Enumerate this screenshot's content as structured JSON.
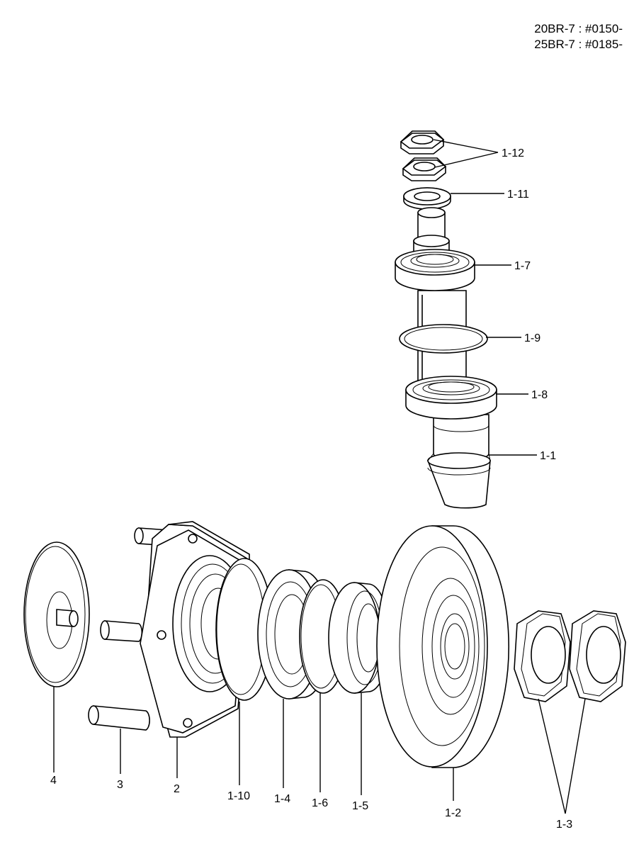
{
  "header": {
    "line1": "20BR-7 : #0150-",
    "line2": "25BR-7 : #0185-"
  },
  "callouts": {
    "c1_12": "1-12",
    "c1_11": "1-11",
    "c1_7": "1-7",
    "c1_9": "1-9",
    "c1_8": "1-8",
    "c1_1": "1-1",
    "c4": "4",
    "c3": "3",
    "c2": "2",
    "c1_10": "1-10",
    "c1_4": "1-4",
    "c1_6": "1-6",
    "c1_5": "1-5",
    "c1_2": "1-2",
    "c1_3": "1-3"
  }
}
